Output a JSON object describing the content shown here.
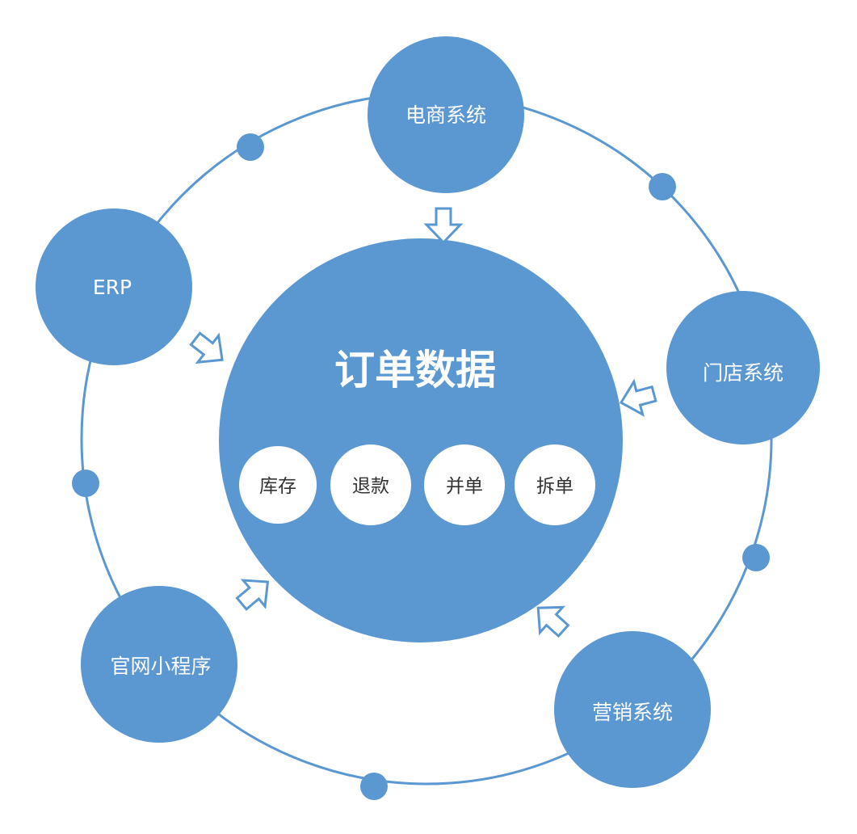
{
  "colors": {
    "primary": "#5b97d1",
    "ring": "#5b97d1",
    "arrow_stroke": "#5b97d1",
    "white": "#ffffff",
    "sub_text": "#333333"
  },
  "center": {
    "title": "订单数据",
    "items": [
      "库存",
      "退款",
      "并单",
      "拆单"
    ]
  },
  "systems": {
    "ecommerce": "电商系统",
    "erp": "ERP",
    "store": "门店系统",
    "miniprogram": "官网小程序",
    "marketing": "营销系统"
  }
}
